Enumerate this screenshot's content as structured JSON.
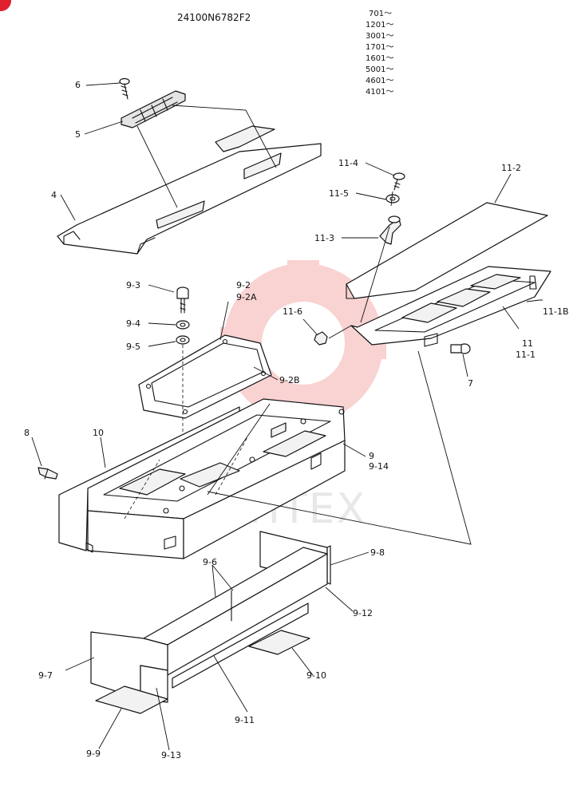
{
  "header": {
    "part_number": "24100N6782F2",
    "serials": [
      "701～",
      "1201～",
      "3001～",
      "1701～",
      "1601～",
      "5001～",
      "4601～",
      "4101～"
    ]
  },
  "watermark": {
    "text": "MHTEX",
    "color": "#f08080"
  },
  "badge": {
    "color": "#e0202e"
  },
  "callouts": {
    "c6": "6",
    "c5": "5",
    "c4": "4",
    "c11_4": "11-4",
    "c11_5": "11-5",
    "c11_3": "11-3",
    "c11_2": "11-2",
    "c11_1b": "11-1B",
    "c11": "11",
    "c11_1": "11-1",
    "c11_6": "11-6",
    "c7": "7",
    "c9_3": "9-3",
    "c9_4": "9-4",
    "c9_5": "9-5",
    "c9_2": "9-2",
    "c9_2a": "9-2A",
    "c9_2b": "9-2B",
    "c8": "8",
    "c10": "10",
    "c9": "9",
    "c9_14": "9-14",
    "c9_6": "9-6",
    "c9_8": "9-8",
    "c9_12": "9-12",
    "c9_7": "9-7",
    "c9_10": "9-10",
    "c9_11": "9-11",
    "c9_9": "9-9",
    "c9_13": "9-13"
  }
}
